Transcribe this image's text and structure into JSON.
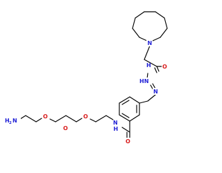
{
  "colors": {
    "background": "#ffffff",
    "bond": "#000000",
    "nitrogen": "#1f1fd6",
    "oxygen": "#d81b1b"
  },
  "atoms": {
    "ring_n": "N",
    "carbonyl_o_top": "O",
    "hydrazide_nh_top": "H",
    "hydrazide_nh_bottom": "HN",
    "hydrazone_n": "N",
    "amide_nh": "N",
    "amide_nh_h": "H",
    "carbonyl_o_bottom": "O",
    "ether_o_1": "O",
    "ether_o_2": "O",
    "ether_o_3": "O",
    "amine_h": "H",
    "amine_sub": "2",
    "amine_n": "N"
  }
}
